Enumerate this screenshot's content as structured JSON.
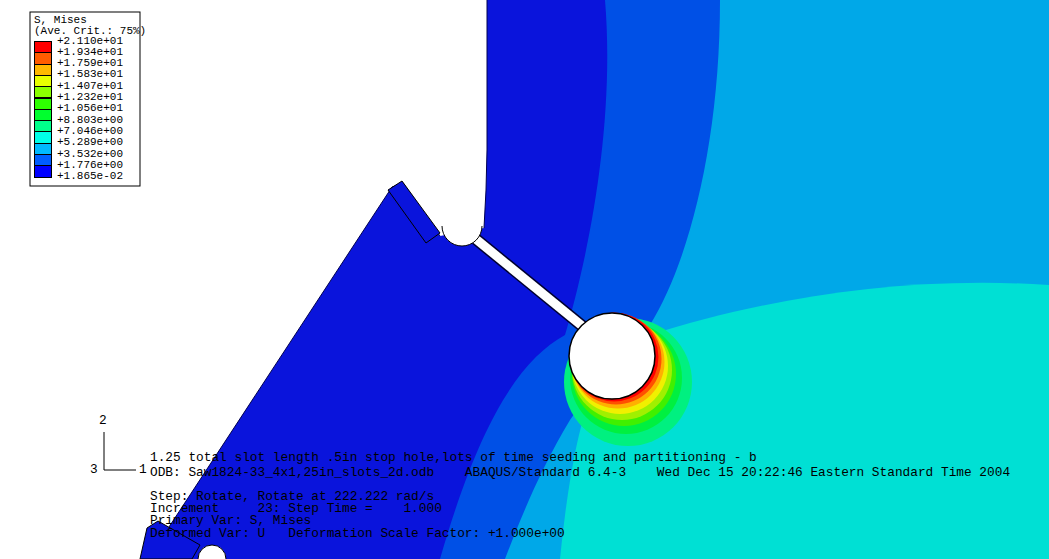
{
  "diagram": {
    "labels": [
      "S, Mises",
      "(Ave. Crit.: 75%)",
      "+1.865e-02",
      "2",
      "3",
      "1",
      "1.25 total slot length .5in stop hole,lots of time seeding and partitioning - b",
      "ODB: Saw1824-33_4x1,25in_slots_2d.odb    ABAQUS/Standard 6.4-3    Wed Dec 15 20:22:46 Eastern Standard Time 2004",
      "Step: Rotate, Rotate at 222.222 rad/s",
      "Increment     23: Step Time =    1.000",
      "Primary Var: S, Mises",
      "Deformed Var: U   Deformation Scale Factor: +1.000e+00"
    ],
    "legend": [
      {
        "text": "+2.110e+01",
        "color": "#ff0000"
      },
      {
        "text": "+1.934e+01",
        "color": "#ff5d00"
      },
      {
        "text": "+1.759e+01",
        "color": "#ffb900"
      },
      {
        "text": "+1.583e+01",
        "color": "#e8ff00"
      },
      {
        "text": "+1.407e+01",
        "color": "#8bff00"
      },
      {
        "text": "+1.232e+01",
        "color": "#2eff00"
      },
      {
        "text": "+1.056e+01",
        "color": "#00ff2e"
      },
      {
        "text": "+8.803e+00",
        "color": "#00ff8b"
      },
      {
        "text": "+7.046e+00",
        "color": "#00ffe8"
      },
      {
        "text": "+5.289e+00",
        "color": "#00b9ff"
      },
      {
        "text": "+3.532e+00",
        "color": "#005dff"
      },
      {
        "text": "+1.776e+00",
        "color": "#0000ff"
      }
    ]
  }
}
